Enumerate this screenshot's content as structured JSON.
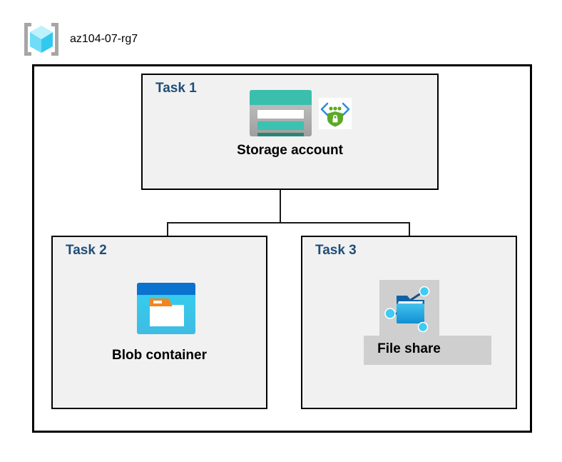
{
  "diagram": {
    "title": "az104-07-rg7",
    "resource_group_icon": "resource-group-cube-icon",
    "boxes": [
      {
        "label": "Task 1",
        "node_caption": "Storage account",
        "icons": [
          "storage-account-icon",
          "secure-endpoint-shield-icon"
        ]
      },
      {
        "label": "Task 2",
        "node_caption": "Blob container",
        "icons": [
          "blob-container-icon"
        ]
      },
      {
        "label": "Task 3",
        "node_caption": "File share",
        "icons": [
          "file-share-icon"
        ]
      }
    ],
    "colors": {
      "task_label": "#1F4E79",
      "box_fill": "#F1F1F1",
      "box_border": "#000000",
      "selection_highlight": "#CFCFCF",
      "storage_teal": "#3BBFAD",
      "blob_blue": "#0A73D0",
      "blob_cyan": "#32D0F0",
      "shield_green": "#5BA927",
      "chevron_blue": "#2E8FD6",
      "cube_cyan": "#5FE1FB"
    }
  }
}
